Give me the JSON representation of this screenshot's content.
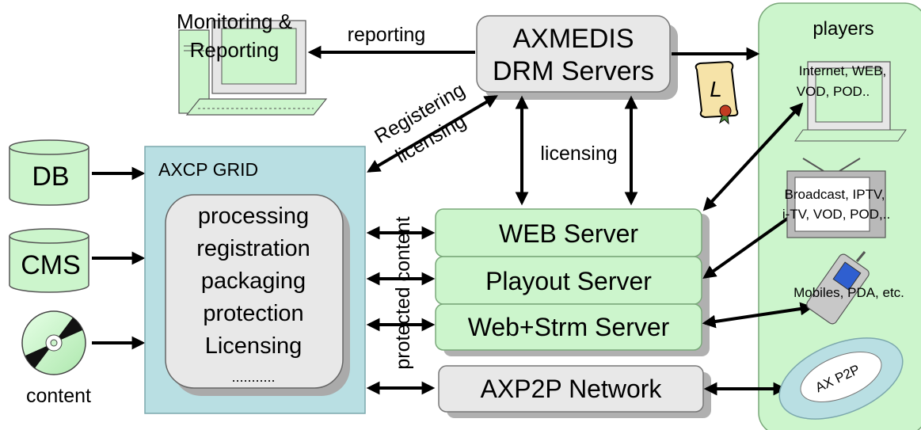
{
  "monitoring": {
    "line1": "Monitoring &",
    "line2": "Reporting"
  },
  "drm": {
    "line1": "AXMEDIS",
    "line2": "DRM Servers"
  },
  "labels": {
    "reporting": "reporting",
    "registering": "Registering",
    "licensing_diag": "licensing",
    "licensing": "licensing",
    "protected_content": "protected content",
    "license_icon_letter": "L"
  },
  "sources": {
    "db": "DB",
    "cms": "CMS",
    "content": "content"
  },
  "grid": {
    "title": "AXCP GRID",
    "items": [
      "processing",
      "registration",
      "packaging",
      "protection",
      "Licensing",
      "..........."
    ]
  },
  "servers": {
    "web": "WEB Server",
    "playout": "Playout Server",
    "webstrm": "Web+Strm Server",
    "p2p": "AXP2P Network"
  },
  "players": {
    "title": "players",
    "internet": [
      "Internet, WEB,",
      "VOD, POD.."
    ],
    "broadcast": [
      "Broadcast, IPTV,",
      "i-TV, VOD, POD,.."
    ],
    "mobiles": "Mobiles, PDA, etc.",
    "p2p": "AX P2P"
  },
  "colors": {
    "green": "#ccf5cc",
    "grid": "#b9dfe3",
    "gray": "#e8e8e8",
    "shadow": "#b0b0b0"
  }
}
